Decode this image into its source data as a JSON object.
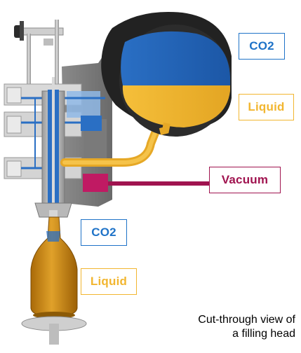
{
  "labels": {
    "co2_top": "CO2",
    "liquid_top": "Liquid",
    "vacuum": "Vacuum",
    "co2_bottom": "CO2",
    "liquid_bottom": "Liquid"
  },
  "caption": {
    "line1": "Cut-through view of",
    "line2": "a filling head"
  },
  "colors": {
    "co2": "#1f73c8",
    "liquid": "#f2b630",
    "vacuum": "#a0134f",
    "tank_shell": "#2a2a2a",
    "metal": "#c8c8c8",
    "product": "#c8860f"
  }
}
